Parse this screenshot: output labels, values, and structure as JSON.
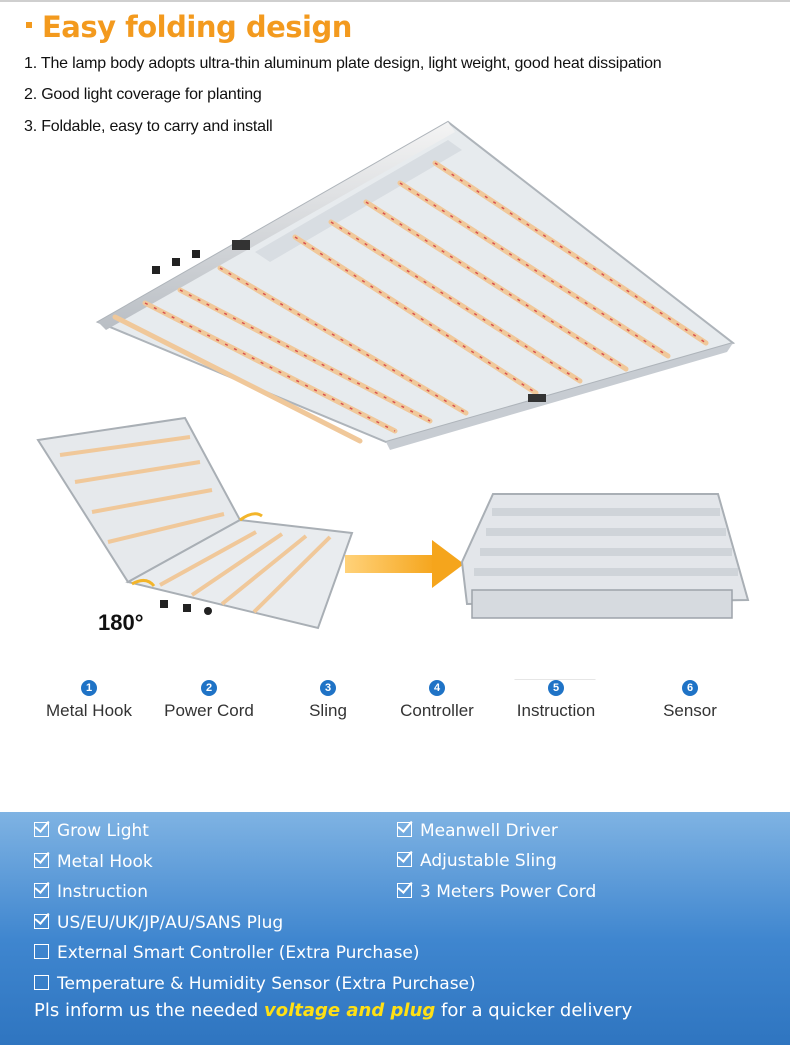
{
  "heading": "Easy folding design",
  "features": [
    "1. The lamp body adopts ultra-thin aluminum plate design, light weight, good heat dissipation",
    "2. Good light coverage for planting",
    "3. Foldable, easy to carry and install"
  ],
  "angle_label": "180°",
  "accessories": [
    {
      "num": "1",
      "label": "Metal Hook"
    },
    {
      "num": "2",
      "label": "Power Cord"
    },
    {
      "num": "3",
      "label": "Sling"
    },
    {
      "num": "4",
      "label": "Controller"
    },
    {
      "num": "5",
      "label": "Instruction"
    },
    {
      "num": "6",
      "label": "Sensor"
    }
  ],
  "package_list": {
    "left": [
      "Grow Light",
      "Metal Hook",
      "Instruction",
      "US/EU/UK/JP/AU/SANS Plug"
    ],
    "right": [
      "Meanwell Driver",
      "Adjustable Sling",
      "3 Meters Power Cord"
    ],
    "extras": [
      "External Smart Controller (Extra Purchase)",
      "Temperature & Humidity Sensor (Extra Purchase)"
    ]
  },
  "note": {
    "before": "Pls inform us the needed ",
    "highlight": "voltage and plug",
    "after": " for a quicker delivery"
  },
  "colors": {
    "title": "#f39a1e",
    "panel": "#3f86cf",
    "highlight": "#ffe014",
    "badge": "#1f73c6"
  }
}
